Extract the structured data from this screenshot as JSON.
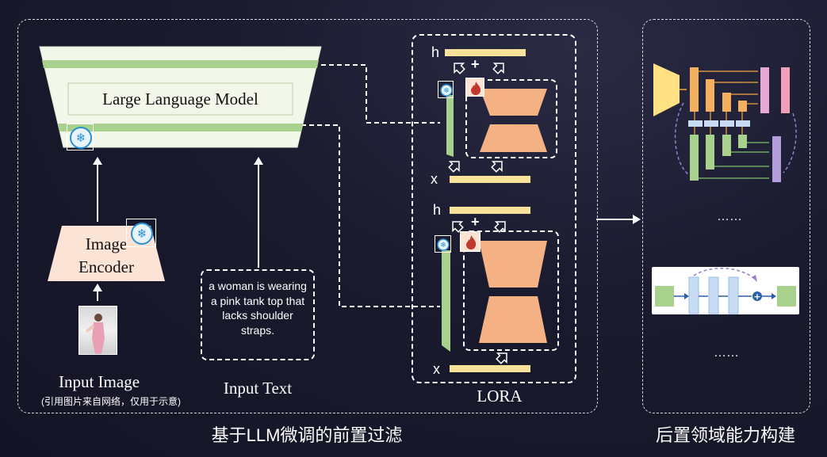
{
  "llm": {
    "label": "Large Language Model"
  },
  "encoder": {
    "line1": "Image",
    "line2": "Encoder"
  },
  "input_image": {
    "label": "Input Image",
    "note": "(引用图片来自网络，仅用于示意)"
  },
  "input_text": {
    "label": "Input Text",
    "content": "a woman is wearing a pink tank top that lacks shoulder straps."
  },
  "lora": {
    "label": "LORA",
    "top": {
      "h": "h",
      "x": "x",
      "plus": "+"
    },
    "bottom": {
      "h": "h",
      "x": "x",
      "plus": "+"
    }
  },
  "right_panel": {
    "ellipsis_1": "……",
    "ellipsis_2": "……"
  },
  "captions": {
    "left": "基于LLM微调的前置过滤",
    "right": "后置领域能力构建"
  },
  "colors": {
    "background": "#1a1a2e",
    "llm_fill": "#f2f7ea",
    "llm_band": "#a9d18e",
    "encoder_fill": "#fbe3d6",
    "lora_block": "#f4b183",
    "lora_bar": "#f8e29a",
    "adapter_bar": "#a9d18e",
    "frozen_icon": "#2b8fd6",
    "trainable_icon": "#c0392b"
  }
}
